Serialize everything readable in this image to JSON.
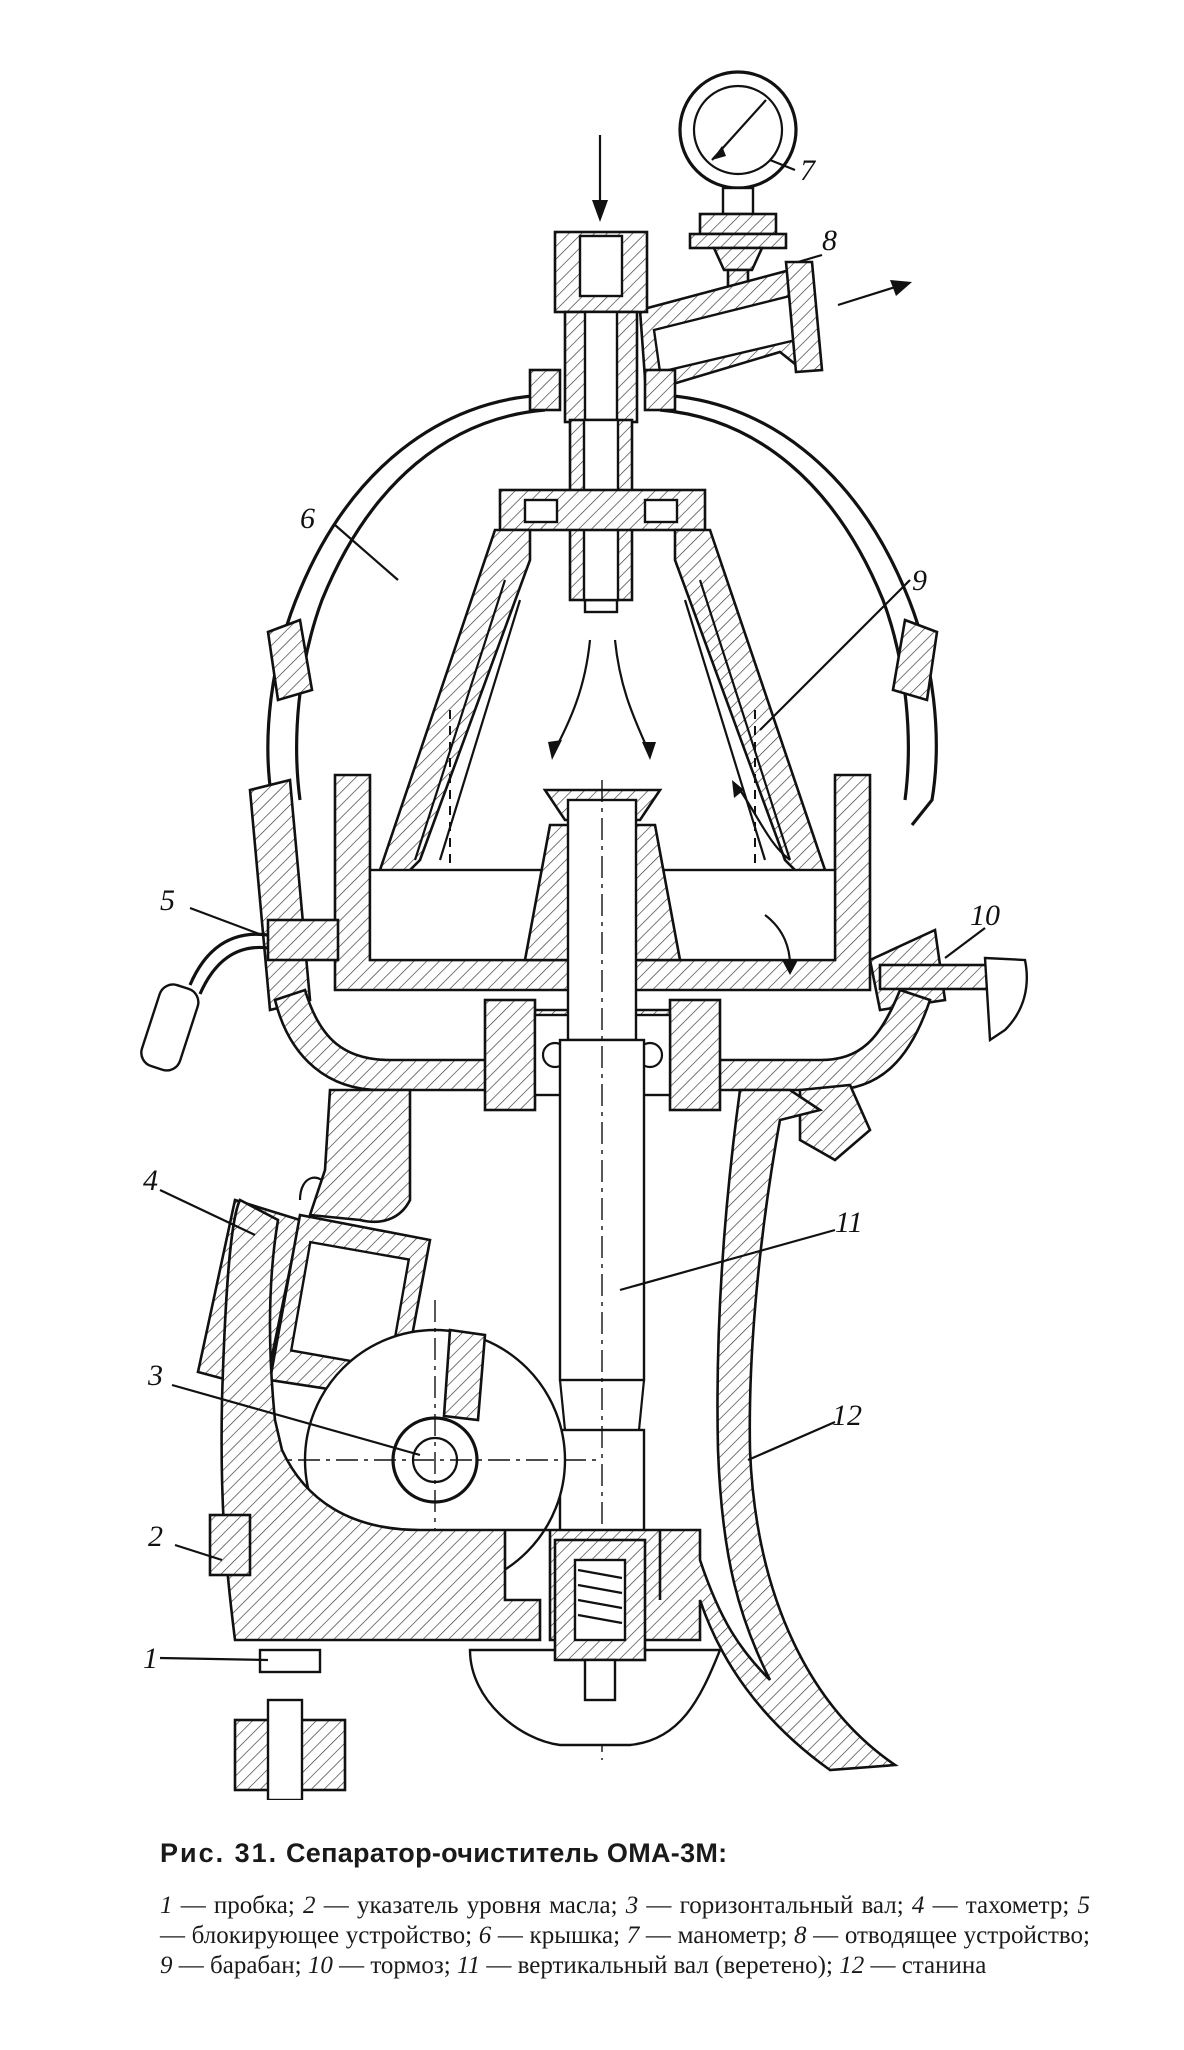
{
  "figure": {
    "labels": [
      "1",
      "2",
      "3",
      "4",
      "5",
      "6",
      "7",
      "8",
      "9",
      "10",
      "11",
      "12"
    ]
  },
  "caption": {
    "figure_ref": "Рис. 31.",
    "title": "Сепаратор-очиститель ОМА-3М:",
    "legend": [
      {
        "num": "1",
        "text": "пробка"
      },
      {
        "num": "2",
        "text": "указатель уровня масла"
      },
      {
        "num": "3",
        "text": "горизонтальный вал"
      },
      {
        "num": "4",
        "text": "тахометр"
      },
      {
        "num": "5",
        "text": "блокирующее устройство"
      },
      {
        "num": "6",
        "text": "крышка"
      },
      {
        "num": "7",
        "text": "манометр"
      },
      {
        "num": "8",
        "text": "отводящее устройство"
      },
      {
        "num": "9",
        "text": "барабан"
      },
      {
        "num": "10",
        "text": "тормоз"
      },
      {
        "num": "11",
        "text": "вертикальный вал (веретено)"
      },
      {
        "num": "12",
        "text": "станина"
      }
    ]
  }
}
